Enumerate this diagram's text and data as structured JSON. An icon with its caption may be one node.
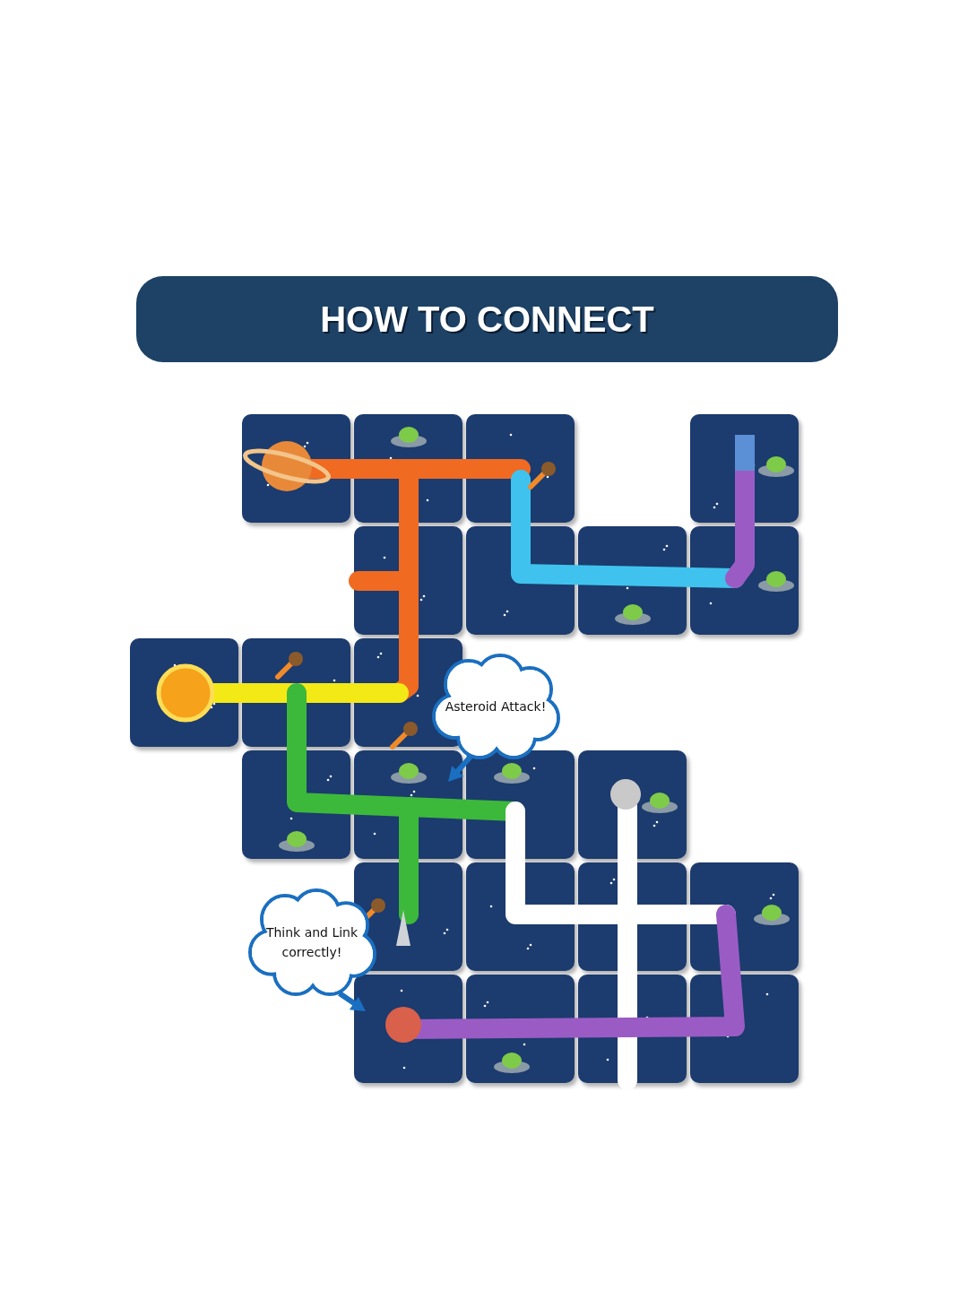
{
  "diagram": {
    "title": "HOW TO CONNECT",
    "nodes": [
      {
        "text": [
          "Asteroid Attack!"
        ]
      },
      {
        "text": [
          "Think and Link correctly!"
        ]
      }
    ],
    "edges": [
      {
        "from": 0,
        "to": null,
        "arrow": "to"
      },
      {
        "from": 1,
        "to": null,
        "arrow": "to"
      }
    ]
  }
}
